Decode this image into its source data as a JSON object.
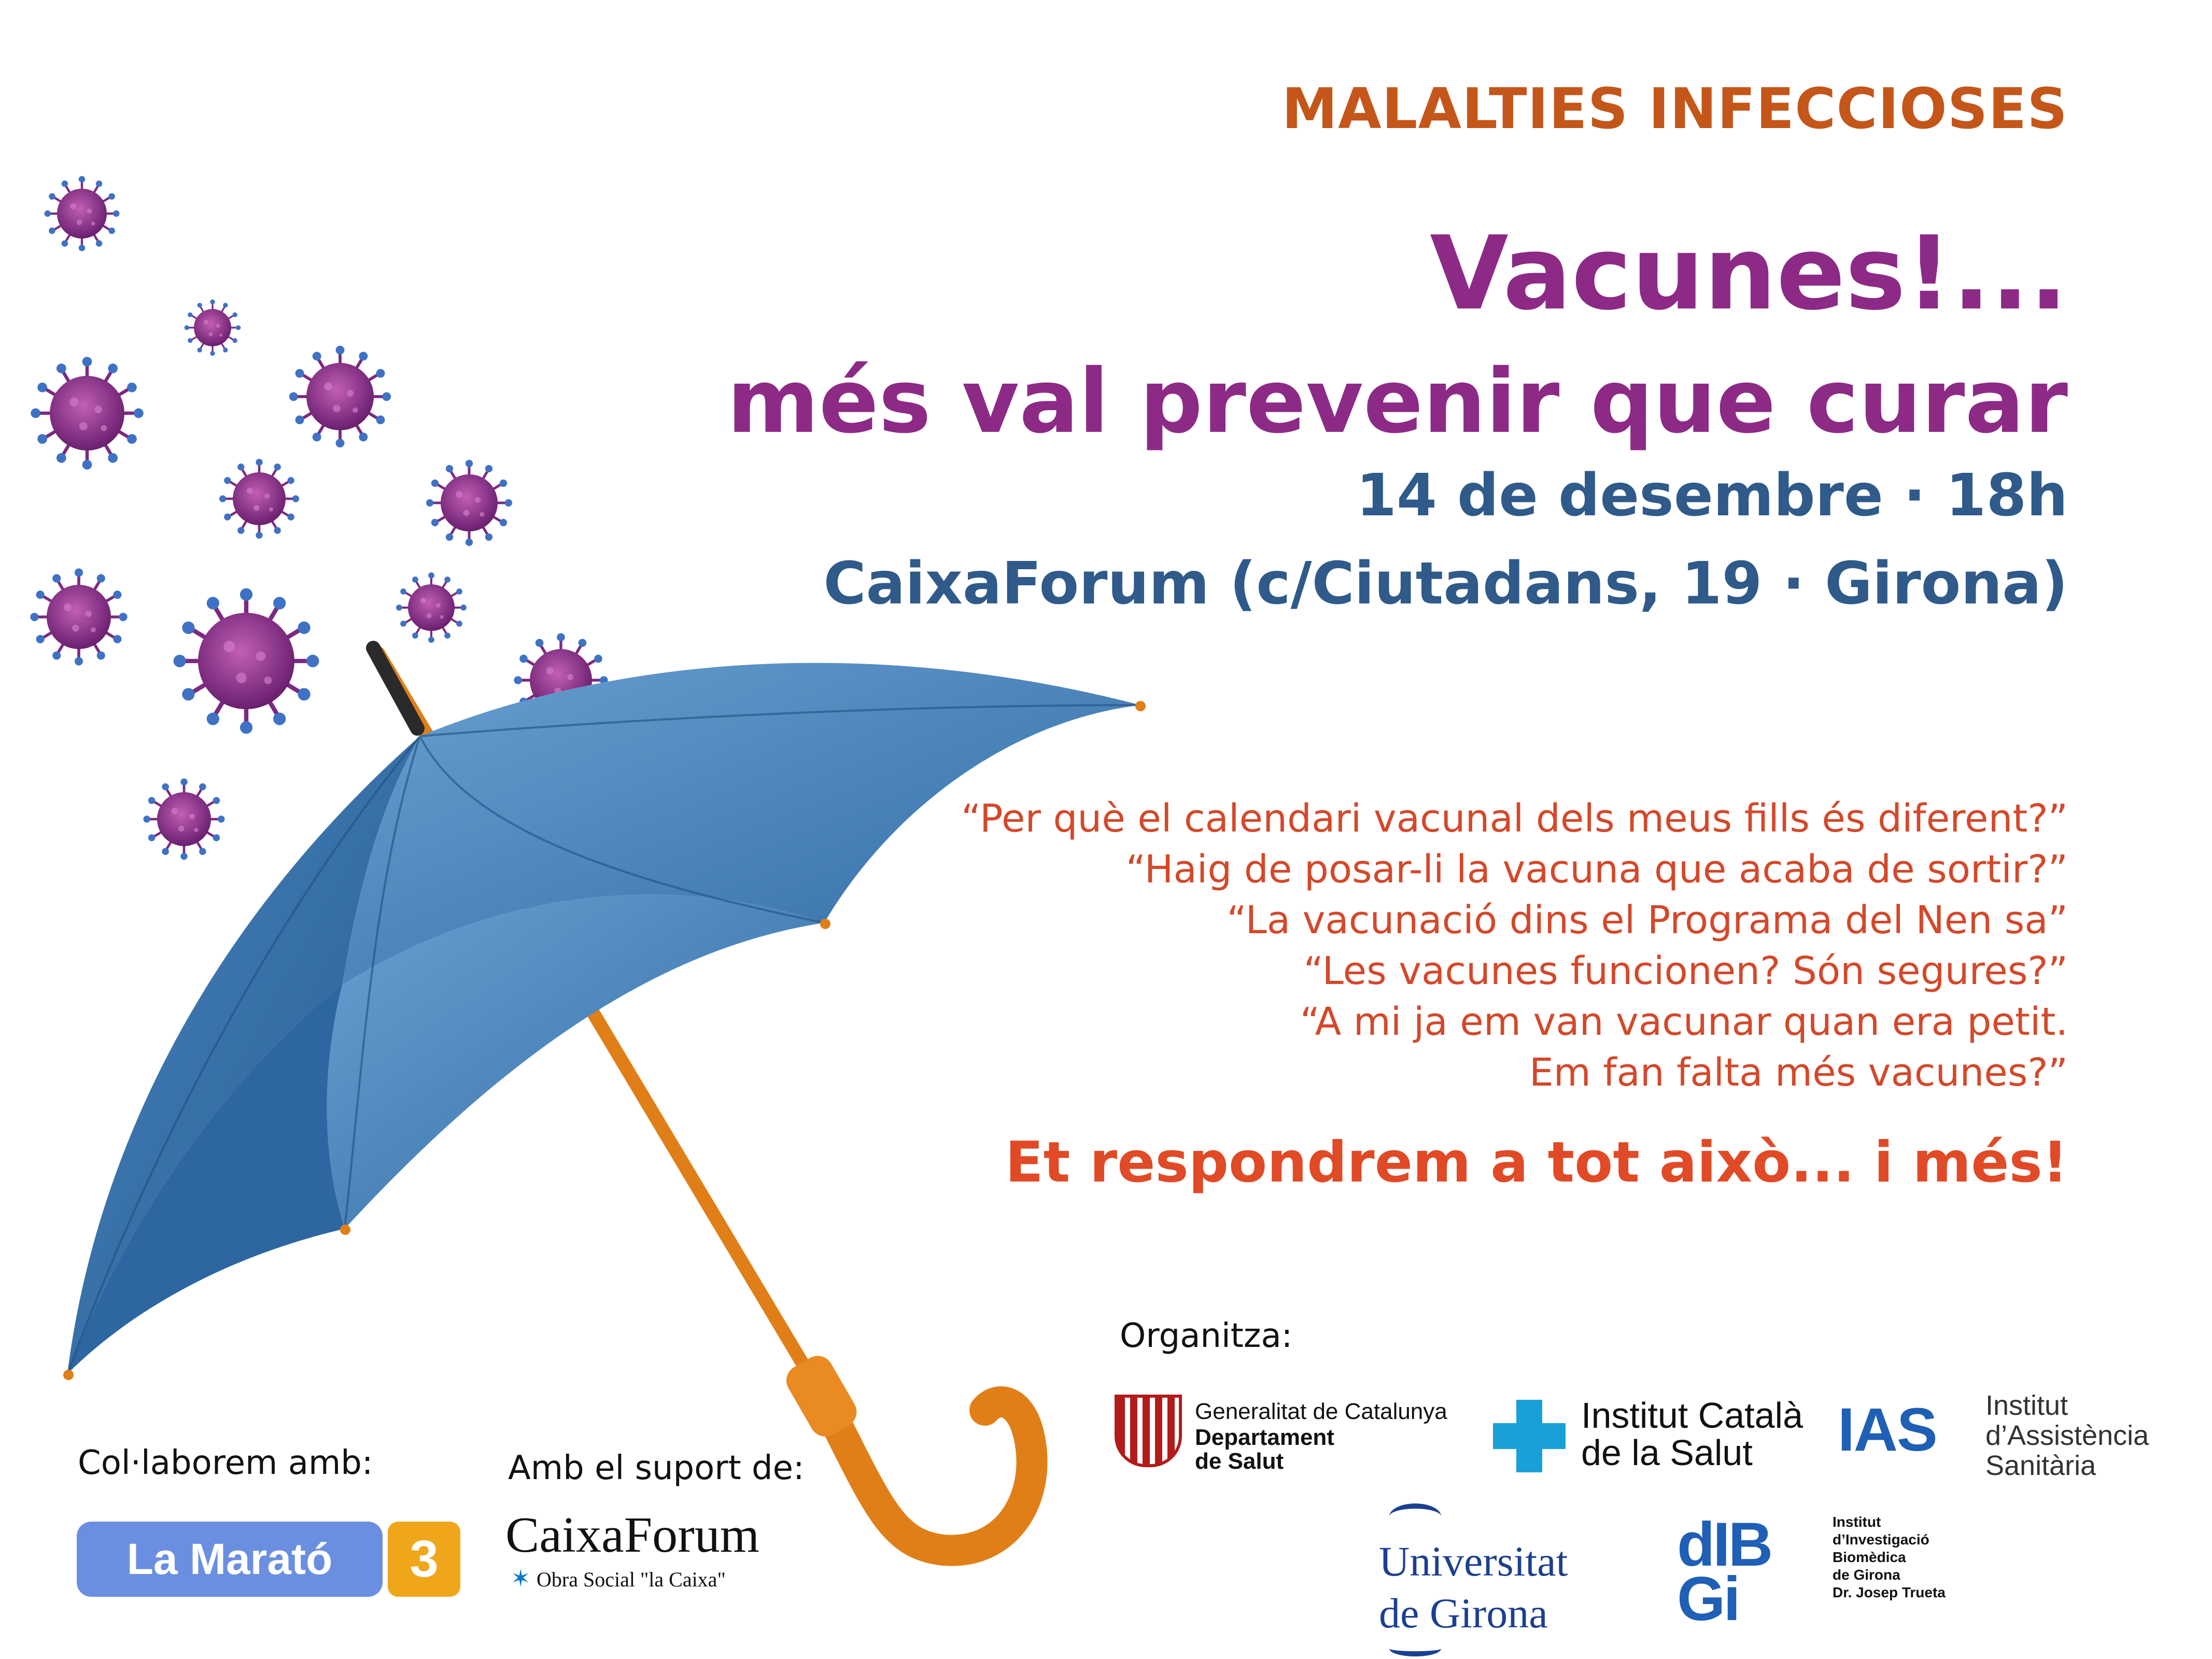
{
  "header": {
    "kicker": "MALALTIES INFECCIOSES"
  },
  "event": {
    "title_line1": "Vacunes!...",
    "title_line2": "més val prevenir que curar",
    "date_time": "14 de desembre · 18h",
    "venue": "CaixaForum (c/Ciutadans, 19 · Girona)"
  },
  "questions": [
    "“Per què el calendari vacunal dels meus fills és diferent?”",
    "“Haig de posar-li la vacuna que acaba de sortir?”",
    "“La vacunació dins el Programa del Nen sa”",
    "“Les vacunes funcionen? Són segures?”",
    "“A mi ja em van vacunar quan era petit.",
    "Em fan falta més vacunes?”"
  ],
  "answer": "Et respondrem a tot això... i més!",
  "labels": {
    "organizer": "Organitza:",
    "collaborate": "Col·laborem amb:",
    "support": "Amb el suport de:"
  },
  "logos": {
    "marato": {
      "text": "La Marató",
      "tv3": "3"
    },
    "caixaforum": {
      "name": "CaixaForum",
      "sub": "Obra Social \"la Caixa\""
    },
    "gencat": {
      "line1": "Generalitat de Catalunya",
      "line2": "Departament",
      "line3": "de Salut"
    },
    "ics": {
      "line1": "Institut Català",
      "line2": "de la Salut"
    },
    "ias": {
      "mark": "IAS",
      "line1": "Institut",
      "line2": "d’Assistència",
      "line3": "Sanitària"
    },
    "udg": {
      "line1": "Universitat",
      "line2": "de Girona"
    },
    "idibgi": {
      "mark1": "dIB",
      "mark2": "Gi",
      "line1": "Institut",
      "line2": "d’Investigació",
      "line3": "Biomèdica",
      "line4": "de Girona",
      "line5": "Dr. Josep Trueta"
    }
  },
  "colors": {
    "kicker": "#c4561a",
    "title": "#8c2a86",
    "info": "#2f5a8a",
    "questions": "#d4482a",
    "umbrella": "#3f7fb8",
    "handle": "#e07f18",
    "virus": "#7b2a80"
  }
}
